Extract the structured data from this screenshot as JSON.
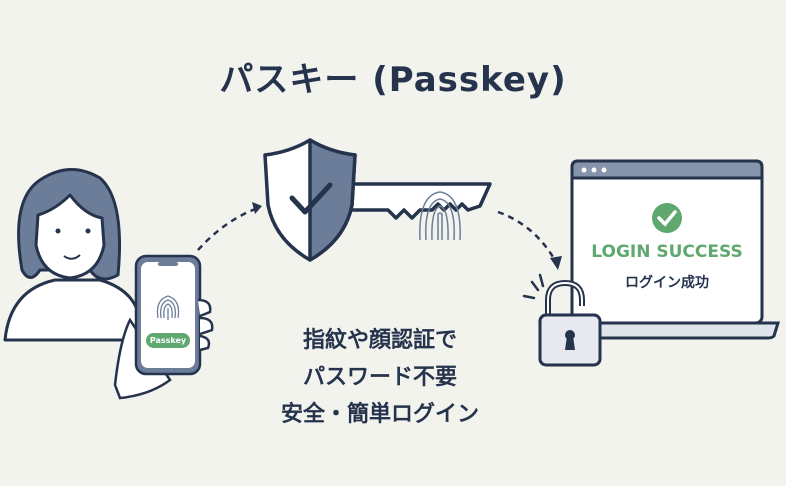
{
  "title": "パスキー (Passkey)",
  "phone": {
    "badge": "Passkey"
  },
  "laptop": {
    "status": "LOGIN SUCCESS",
    "status_ja": "ログイン成功"
  },
  "description": [
    "指紋や顔認証で",
    "パスワード不要",
    "安全・簡単ログイン"
  ],
  "colors": {
    "navy": "#26334d",
    "slate": "#6b7d99",
    "green": "#5fa870",
    "background": "#f3f3ee"
  }
}
